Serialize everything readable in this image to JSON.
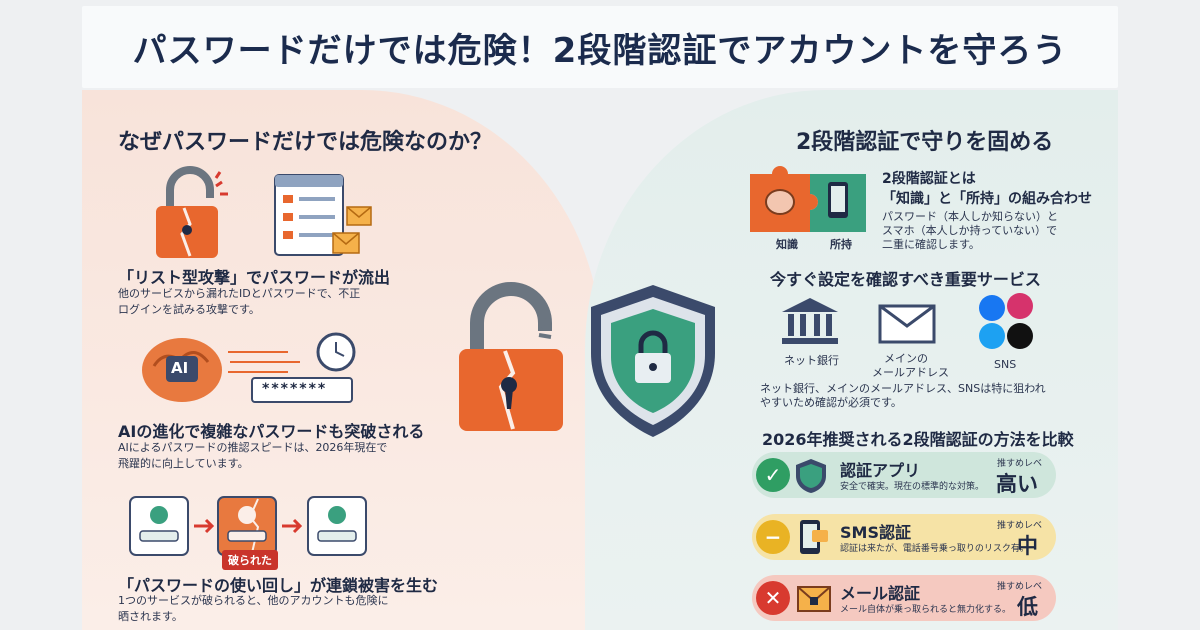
{
  "title": "パスワードだけでは危険！2段階認証でアカウントを守ろう",
  "left": {
    "heading": "なぜパスワードだけでは危険なのか？",
    "items": [
      {
        "head": "「リスト型攻撃」でパスワードが流出",
        "body1": "他のサービスから漏れたIDとパスワードで、不正",
        "body2": "ログインを試みる攻撃です。"
      },
      {
        "head": "AIの進化で複雑なパスワードも突破される",
        "body1": "AIによるパスワードの推認スピードは、2026年現在で",
        "body2": "飛躍的に向上しています。",
        "ai_label": "AI",
        "masked": "*******"
      },
      {
        "head": "「パスワードの使い回し」が連鎖被害を生む",
        "body1": "1つのサービスが破られると、他のアカウントも危険に",
        "body2": "晒されます。",
        "broken_label": "破られた"
      }
    ]
  },
  "right": {
    "heading": "2段階認証で守りを固める",
    "intro": {
      "line1": "2段階認証とは",
      "line2": "「知識」と「所持」の組み合わせ",
      "line3": "パスワード（本人しか知らない）と",
      "line4": "スマホ（本人しか持っていない）で",
      "line5": "二重に確認します。",
      "knowledge": "知識",
      "possession": "所持"
    },
    "services": {
      "heading": "今すぐ設定を確認すべき重要サービス",
      "bank": "ネット銀行",
      "mail1": "メインの",
      "mail2": "メールアドレス",
      "sns": "SNS",
      "note1": "ネット銀行、メインのメールアドレス、SNSは特に狙われ",
      "note2": "やすいため確認が必須です。"
    },
    "compare": {
      "heading": "2026年推奨される2段階認証の方法を比較",
      "rows": [
        {
          "title": "認証アプリ",
          "desc": "安全で確実。現在の標準的な対策。",
          "level_label": "推すめレベ",
          "level": "高い",
          "bg": "#cfe6dc",
          "mark": "✓",
          "mark_color": "#2f9e63"
        },
        {
          "title": "SMS認証",
          "desc": "認証は来たが、電話番号乗っ取りのリスク有。",
          "level_label": "推すめレベ",
          "level": "中",
          "bg": "#f6e3a6",
          "mark": "−",
          "mark_color": "#e9b324"
        },
        {
          "title": "メール認証",
          "desc": "メール自体が乗っ取られると無力化する。",
          "level_label": "推すめレベ",
          "level": "低",
          "bg": "#f5c9c0",
          "mark": "✕",
          "mark_color": "#d83a2f"
        }
      ]
    }
  },
  "colors": {
    "navy": "#1b2b4d",
    "lock_orange": "#e8672e",
    "shield_teal": "#3aa07f",
    "accent_red": "#d83a2f"
  }
}
